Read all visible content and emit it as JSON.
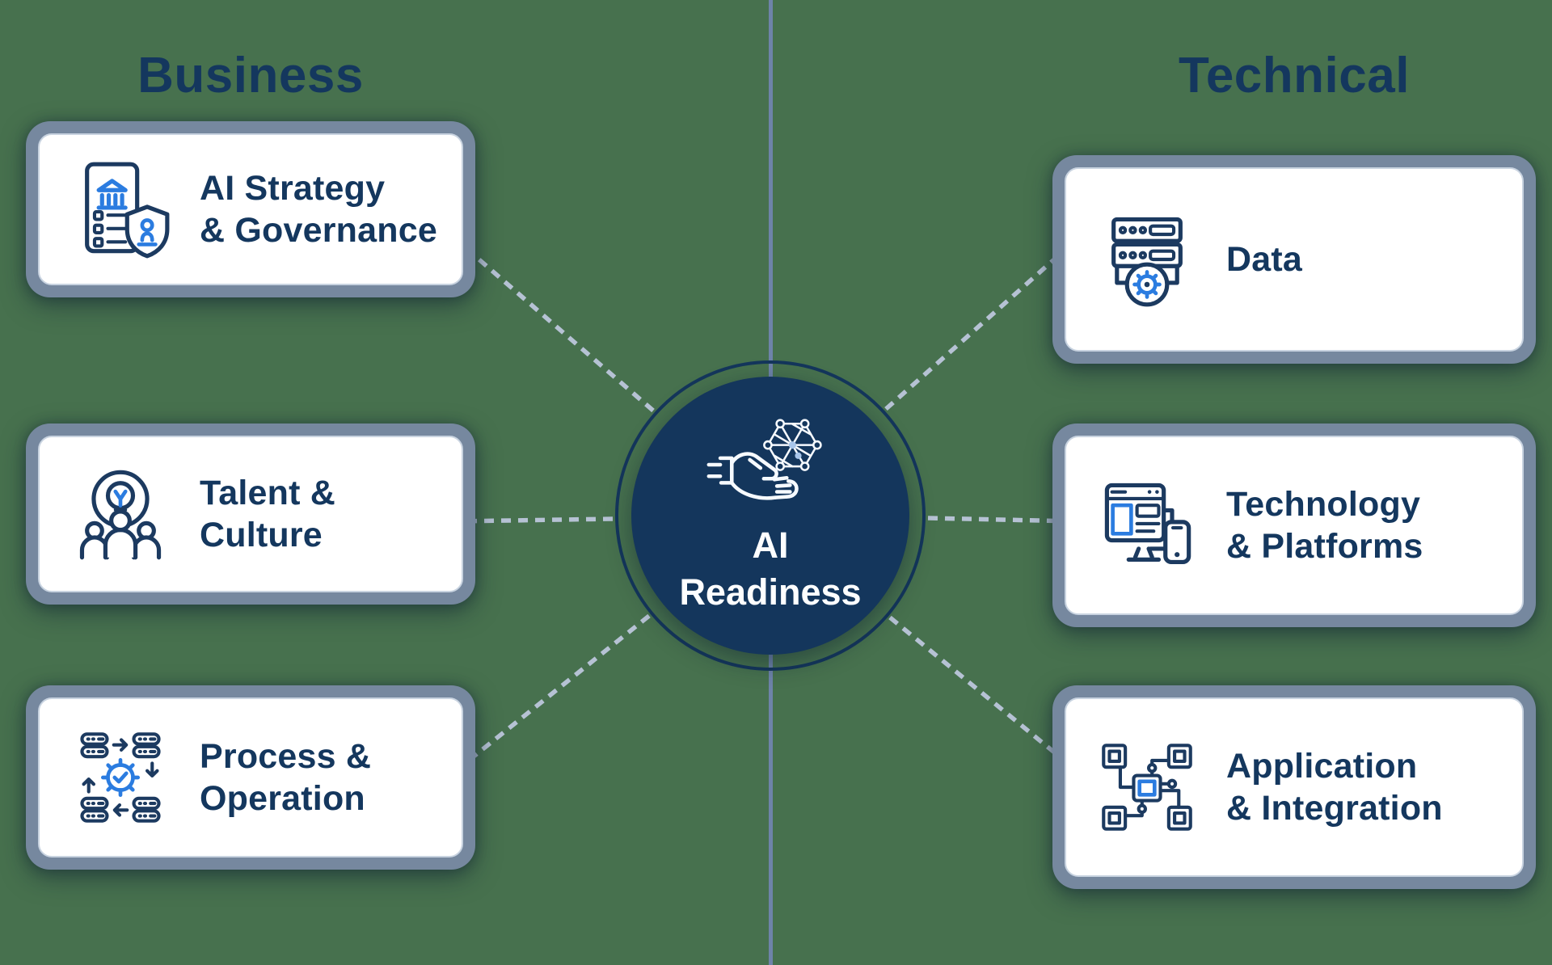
{
  "colors": {
    "background": "#47714E",
    "navy": "#14375E",
    "icon_navy": "#1C3A60",
    "accent_blue": "#2B7CE0",
    "card_border": "#76889F",
    "card_inner_edge": "#C8D3E0",
    "card_background": "#FFFFFF",
    "dash_line": "#B6C2D4",
    "divider_line": "#6E83A9",
    "circle_fill": "#14365C",
    "circle_text": "#FDFEFF"
  },
  "headings": {
    "left": "Business",
    "right": "Technical"
  },
  "center": {
    "icon": "hand-holding-ai-network-icon",
    "lines": [
      "AI",
      "Readiness"
    ]
  },
  "business_cards": [
    {
      "icon": "strategy-governance-icon",
      "lines": [
        "AI Strategy",
        "& Governance"
      ]
    },
    {
      "icon": "talent-culture-icon",
      "lines": [
        "Talent &",
        "Culture"
      ]
    },
    {
      "icon": "process-operation-icon",
      "lines": [
        "Process &",
        "Operation"
      ]
    }
  ],
  "technical_cards": [
    {
      "icon": "data-icon",
      "lines": [
        "Data"
      ]
    },
    {
      "icon": "technology-platforms-icon",
      "lines": [
        "Technology",
        "& Platforms"
      ]
    },
    {
      "icon": "application-integration-icon",
      "lines": [
        "Application",
        "& Integration"
      ]
    }
  ]
}
